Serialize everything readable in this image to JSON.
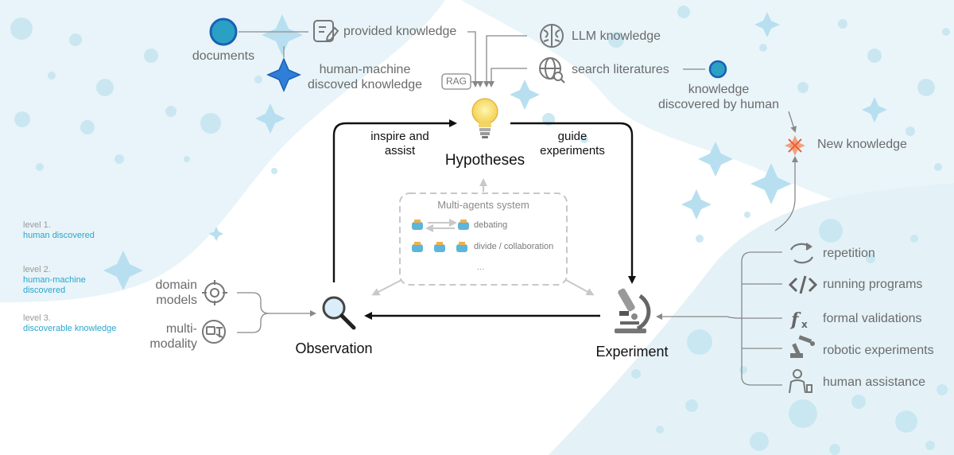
{
  "knowledge_sources": {
    "documents": "documents",
    "human_machine": [
      "human-machine",
      "discoved knowledge"
    ],
    "provided": "provided knowledge",
    "llm": "LLM knowledge",
    "search": "search literatures",
    "rag": "RAG",
    "by_human": [
      "knowledge",
      "discovered by human"
    ],
    "new_knowledge": "New knowledge"
  },
  "cycle": {
    "hypotheses": "Hypotheses",
    "observation": "Observation",
    "experiment": "Experiment",
    "inspire": [
      "inspire and",
      "assist"
    ],
    "guide": [
      "guide",
      "experiments"
    ]
  },
  "multi_agents": {
    "title": "Multi-agents system",
    "debating": "debating",
    "divide": "divide / collaboration",
    "ellipsis": "..."
  },
  "observation_inputs": {
    "domain_models": [
      "domain",
      "models"
    ],
    "multi_modality": [
      "multi-",
      "modality"
    ]
  },
  "experiment_methods": [
    "repetition",
    "running programs",
    "formal validations",
    "robotic experiments",
    "human assistance"
  ],
  "levels": [
    {
      "label": "level 1.",
      "value": [
        "human discovered"
      ]
    },
    {
      "label": "level 2.",
      "value": [
        "human-machine",
        "discovered"
      ]
    },
    {
      "label": "level 3.",
      "value": [
        "discoverable knowledge"
      ]
    }
  ],
  "colors": {
    "background_light": "#e6f3f8",
    "bubble": "#bfe2ef",
    "sparkle": "#a9d8ea",
    "accent_blue": "#2aa6cc",
    "line_gray": "#888888",
    "arrow_black": "#111111"
  }
}
